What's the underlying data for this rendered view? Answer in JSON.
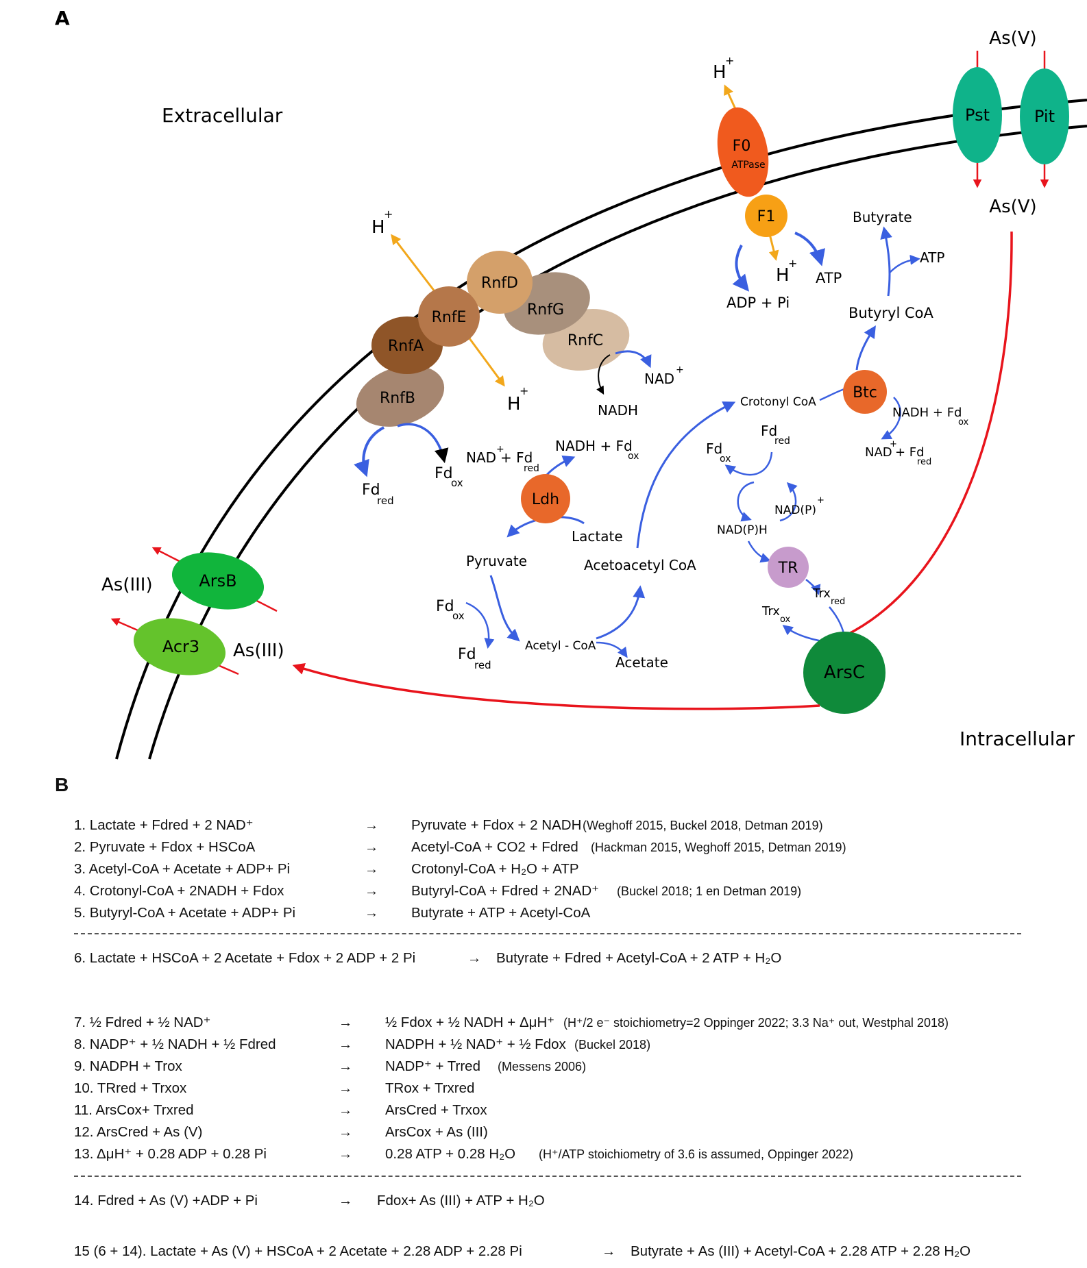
{
  "panels": {
    "a": "A",
    "b": "B"
  },
  "regions": {
    "extracellular": "Extracellular",
    "intracellular": "Intracellular"
  },
  "proteins": {
    "pst": "Pst",
    "pit": "Pit",
    "f0": "F0",
    "atpase": "ATPase",
    "f1": "F1",
    "rnfd": "RnfD",
    "rnfe": "RnfE",
    "rnfg": "RnfG",
    "rnfc": "RnfC",
    "rnfa": "RnfA",
    "rnfb": "RnfB",
    "ldh": "Ldh",
    "btc": "Btc",
    "tr": "TR",
    "arsc": "ArsC",
    "arsb": "ArsB",
    "acr3": "Acr3"
  },
  "labels": {
    "as_v": "As(V)",
    "as_iii": "As(III)",
    "h": "H",
    "plus": "+",
    "adp_pi": "ADP + Pi",
    "atp": "ATP",
    "butyrate": "Butyrate",
    "butyryl_coa": "Butyryl CoA",
    "nad": "NAD",
    "nadh": "NADH",
    "crotonyl_coa": "Crotonyl CoA",
    "nadh_fd": "NADH + Fd",
    "nad_fd": "NAD",
    "fd": "Fd",
    "red": "red",
    "ox": "ox",
    "nadp_plus": "NAD(P)",
    "nadph": "NAD(P)H",
    "trx": "Trx",
    "lactate": "Lactate",
    "pyruvate": "Pyruvate",
    "acetoacetyl_coa": "Acetoacetyl CoA",
    "acetyl_coa": "Acetyl - CoA",
    "acetate": "Acetate",
    "ldh_nad": "NAD",
    "ldh_fd": "+ Fd"
  },
  "colors": {
    "membrane": "#000000",
    "blue_arrow": "#3a5fe0",
    "red_arrow": "#e8141c",
    "orange_arrow": "#f2a71b",
    "pst_pit": "#0fb38a",
    "f0": "#f05a1e",
    "f1": "#f7a015",
    "ldh_btc": "#e8682a",
    "tr": "#c79bcc",
    "arsc": "#0f8a3a",
    "arsb": "#11b53c",
    "acr3": "#64c32c",
    "rnfd": "#d4a06a",
    "rnfe": "#b5774a",
    "rnfa": "#8f5528",
    "rnfg": "#a8907c",
    "rnfc": "#d6bca2",
    "rnfb": "#a68670"
  },
  "equations": [
    {
      "left": "1. Lactate +  Fdred + 2 NAD⁺",
      "arrow": "→",
      "right": "Pyruvate + Fdox + 2 NADH",
      "cite": "(Weghoff 2015, Buckel 2018, Detman 2019)"
    },
    {
      "left": "2. Pyruvate + Fdox + HSCoA",
      "arrow": "→",
      "right": "Acetyl-CoA + CO2 + Fdred",
      "cite": "(Hackman 2015, Weghoff 2015, Detman 2019)"
    },
    {
      "left": "3. Acetyl-CoA + Acetate + ADP+ Pi",
      "arrow": "→",
      "right": "Crotonyl-CoA + H₂O + ATP",
      "cite": ""
    },
    {
      "left": "4. Crotonyl-CoA + 2NADH + Fdox",
      "arrow": "→",
      "right": "Butyryl-CoA + Fdred + 2NAD⁺",
      "cite": "(Buckel 2018; 1 en Detman 2019)"
    },
    {
      "left": "5. Butyryl-CoA + Acetate + ADP+ Pi",
      "arrow": "→",
      "right": "Butyrate + ATP + Acetyl-CoA",
      "cite": ""
    },
    {
      "left": "6. Lactate + HSCoA + 2 Acetate + Fdox + 2 ADP + 2 Pi",
      "arrow": "→",
      "right": "Butyrate + Fdred + Acetyl-CoA + 2 ATP + H₂O",
      "cite": ""
    },
    {
      "left": "7. ½ Fdred + ½ NAD⁺",
      "arrow": "→",
      "right": "½ Fdox + ½ NADH + ΔμH⁺",
      "cite": "(H⁺/2 e⁻ stoichiometry=2 Oppinger 2022; 3.3 Na⁺ out, Westphal 2018)"
    },
    {
      "left": "8.  NADP⁺ + ½ NADH + ½ Fdred",
      "arrow": "→",
      "right": "NADPH + ½ NAD⁺ +  ½ Fdox",
      "cite": "(Buckel 2018)"
    },
    {
      "left": "9.  NADPH + Trox",
      "arrow": "→",
      "right": "NADP⁺ + Trred",
      "cite": "(Messens 2006)"
    },
    {
      "left": "10. TRred + Trxox",
      "arrow": "→",
      "right": "TRox + Trxred",
      "cite": ""
    },
    {
      "left": "11. ArsCox+ Trxred",
      "arrow": "→",
      "right": "ArsCred + Trxox",
      "cite": ""
    },
    {
      "left": "12. ArsCred + As (V)",
      "arrow": "→",
      "right": "ArsCox + As (III)",
      "cite": ""
    },
    {
      "left": "13. ΔμH⁺ + 0.28 ADP + 0.28 Pi",
      "arrow": "→",
      "right": "0.28 ATP + 0.28 H₂O",
      "cite": "(H⁺/ATP stoichiometry of 3.6 is assumed, Oppinger 2022)"
    },
    {
      "left": "14. Fdred + As (V) +ADP + Pi",
      "arrow": "→",
      "right": "Fdox+ As (III) + ATP + H₂O",
      "cite": ""
    },
    {
      "left": "15 (6 + 14). Lactate + As (V) + HSCoA + 2 Acetate  + 2.28 ADP + 2.28 Pi",
      "arrow": "→",
      "right": "Butyrate + As (III) + Acetyl-CoA + 2.28 ATP + 2.28 H₂O",
      "cite": ""
    }
  ]
}
